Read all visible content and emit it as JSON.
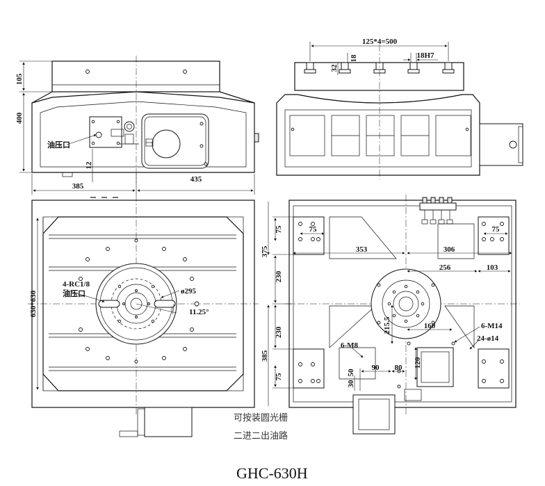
{
  "drawing": {
    "model": "GHC-630H",
    "notes": [
      "可按装圆光栅",
      "二进二出油路"
    ]
  },
  "front_view": {
    "dims": {
      "top_height": "105",
      "total_height": "400",
      "left_width": "385",
      "right_width": "435",
      "port_offset": "12"
    },
    "labels": {
      "oil_port": "油压口"
    }
  },
  "side_view": {
    "dims": {
      "slot_pitch": "125*4=500",
      "slot_width": "18H7",
      "slot_depth": "32",
      "slot_gap": "18"
    }
  },
  "plan_view": {
    "dims": {
      "table_size": "630*630"
    },
    "labels": {
      "rc_port": "4-RC1/8",
      "oil_port": "油压口",
      "circle_dia": "ø295",
      "angle": "11.25°"
    }
  },
  "base_view": {
    "dims": {
      "d75_a": "75",
      "d75_b": "75",
      "d375": "375",
      "d230_a": "230",
      "d230_b": "230",
      "d385": "385",
      "d75_c": "75",
      "d353": "353",
      "d306": "306",
      "d256": "256",
      "d103": "103",
      "d75_d": "75",
      "d215": "215.5",
      "d160": "160",
      "d120": "120",
      "d90": "90",
      "d80": "80",
      "d30": "30",
      "d50": "50"
    },
    "labels": {
      "m14": "6-M14",
      "phi14": "24-ø14",
      "m8": "6-M8"
    }
  }
}
